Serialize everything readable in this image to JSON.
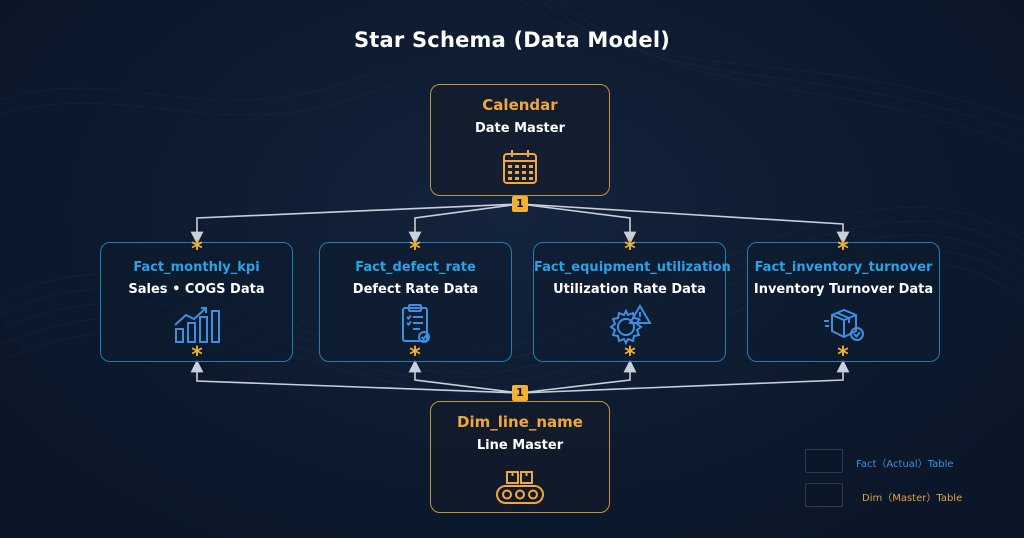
{
  "title": "Star Schema (Data Model)",
  "dimensions": {
    "calendar": {
      "name": "Calendar",
      "subtitle": "Date Master",
      "icon": "calendar-icon"
    },
    "line": {
      "name": "Dim_line_name",
      "subtitle": "Line Master",
      "icon": "conveyor-icon"
    }
  },
  "facts": [
    {
      "name": "Fact_monthly_kpi",
      "subtitle": "Sales • COGS Data",
      "icon": "bar-chart-growth-icon"
    },
    {
      "name": "Fact_defect_rate",
      "subtitle": "Defect Rate Data",
      "icon": "clipboard-check-icon"
    },
    {
      "name": "Fact_equipment_utilization",
      "subtitle": "Utilization Rate Data",
      "icon": "gear-warning-icon"
    },
    {
      "name": "Fact_inventory_turnover",
      "subtitle": "Inventory Turnover Data",
      "icon": "package-check-icon"
    }
  ],
  "cardinality": {
    "one": "1",
    "many": "*"
  },
  "legend": {
    "fact": "Fact（Actual）Table",
    "dim": "Dim（Master）Table"
  },
  "colors": {
    "dim_border": "#c8913f",
    "dim_title": "#f0a73c",
    "fact_border": "#1f7fb0",
    "fact_title": "#29a3e6",
    "badge": "#f2b035",
    "background": "#0d1a2e"
  }
}
